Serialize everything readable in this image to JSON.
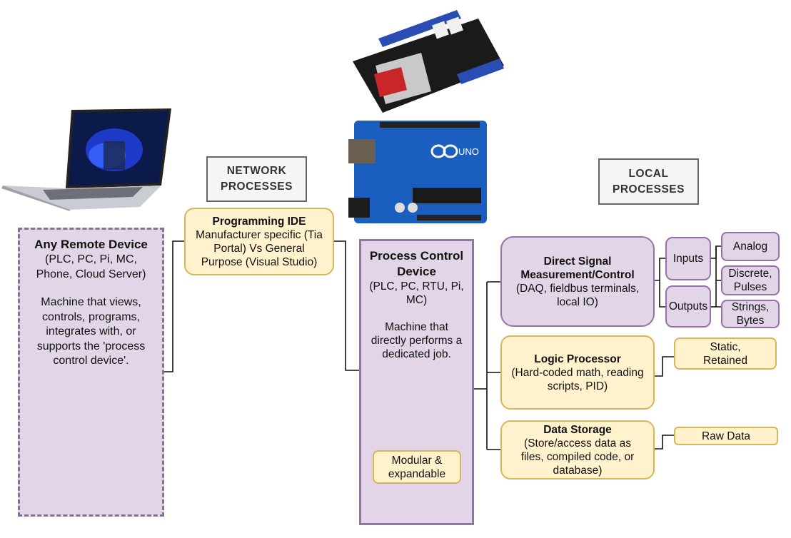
{
  "section_labels": {
    "network": [
      "NETWORK",
      "PROCESSES"
    ],
    "local": [
      "LOCAL",
      "PROCESSES"
    ]
  },
  "images": {
    "laptop": "laptop-image",
    "sd_shield": "sd-card-shield-image",
    "arduino": "arduino-uno-image",
    "arduino_logo_text": "UNO"
  },
  "remote_device": {
    "title": "Any Remote Device",
    "examples": [
      "(PLC, PC, Pi, MC,",
      "Phone, Cloud Server)"
    ],
    "description": [
      "Machine that views,",
      "controls, programs,",
      "integrates with, or",
      "supports the 'process",
      "control device'."
    ]
  },
  "programming_ide": {
    "title": "Programming IDE",
    "lines": [
      "Manufacturer specific (Tia",
      "Portal) Vs General",
      "Purpose (Visual Studio)"
    ]
  },
  "process_control": {
    "title": [
      "Process Control",
      "Device"
    ],
    "examples": [
      "(PLC, PC, RTU, Pi,",
      "MC)"
    ],
    "description": [
      "Machine that",
      "directly performs a",
      "dedicated job."
    ],
    "note": [
      "Modular &",
      "expandable"
    ]
  },
  "direct_signal": {
    "title": [
      "Direct Signal",
      "Measurement/Control"
    ],
    "lines": [
      "(DAQ, fieldbus terminals,",
      "local IO)"
    ],
    "io": {
      "inputs": "Inputs",
      "outputs": "Outputs",
      "types": [
        [
          "Analog"
        ],
        [
          "Discrete,",
          "Pulses"
        ],
        [
          "Strings,",
          "Bytes"
        ]
      ]
    }
  },
  "logic_processor": {
    "title": "Logic Processor",
    "lines": [
      "(Hard-coded math, reading",
      "scripts, PID)"
    ],
    "child": [
      "Static,",
      "Retained"
    ]
  },
  "data_storage": {
    "title": "Data Storage",
    "lines": [
      "(Store/access data as",
      "files, compiled code, or",
      "database)"
    ],
    "child": [
      "Raw Data"
    ]
  }
}
